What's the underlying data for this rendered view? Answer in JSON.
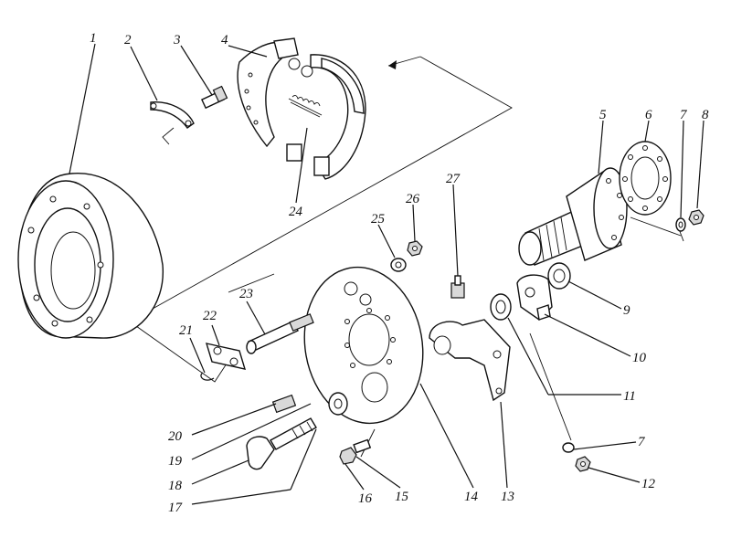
{
  "diagram": {
    "callouts": [
      {
        "id": "1",
        "text": "1"
      },
      {
        "id": "2",
        "text": "2"
      },
      {
        "id": "3",
        "text": "3"
      },
      {
        "id": "4",
        "text": "4"
      },
      {
        "id": "5",
        "text": "5"
      },
      {
        "id": "6",
        "text": "6"
      },
      {
        "id": "7a",
        "text": "7"
      },
      {
        "id": "8",
        "text": "8"
      },
      {
        "id": "9",
        "text": "9"
      },
      {
        "id": "10",
        "text": "10"
      },
      {
        "id": "11",
        "text": "11"
      },
      {
        "id": "12",
        "text": "12"
      },
      {
        "id": "13",
        "text": "13"
      },
      {
        "id": "14",
        "text": "14"
      },
      {
        "id": "15",
        "text": "15"
      },
      {
        "id": "16",
        "text": "16"
      },
      {
        "id": "17",
        "text": "17"
      },
      {
        "id": "18",
        "text": "18"
      },
      {
        "id": "19",
        "text": "19"
      },
      {
        "id": "20",
        "text": "20"
      },
      {
        "id": "21",
        "text": "21"
      },
      {
        "id": "22",
        "text": "22"
      },
      {
        "id": "23",
        "text": "23"
      },
      {
        "id": "24",
        "text": "24"
      },
      {
        "id": "25",
        "text": "25"
      },
      {
        "id": "26",
        "text": "26"
      },
      {
        "id": "27",
        "text": "27"
      },
      {
        "id": "7b",
        "text": "7"
      }
    ]
  }
}
